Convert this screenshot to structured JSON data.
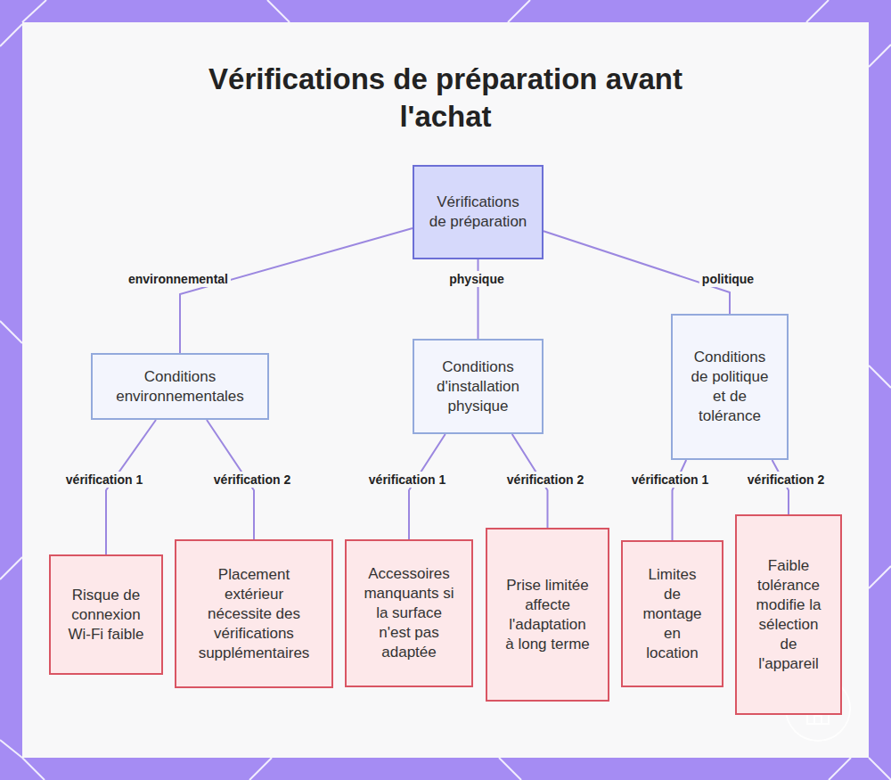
{
  "diagram": {
    "title": "Vérifications de préparation avant l'achat",
    "nodes": [
      {
        "text": [
          "Vérifications de préparation"
        ]
      },
      {
        "text": [
          "Conditions environnementales"
        ]
      },
      {
        "text": [
          "Conditions d'installation physique"
        ]
      },
      {
        "text": [
          "Conditions de politique et de tolérance"
        ]
      },
      {
        "text": [
          "Risque de connexion Wi-Fi faible"
        ]
      },
      {
        "text": [
          "Placement extérieur nécessite des vérifications supplémentaires"
        ]
      },
      {
        "text": [
          "Accessoires manquants si la surface n'est pas adaptée"
        ]
      },
      {
        "text": [
          "Prise limitée affecte l'adaptation à long terme"
        ]
      },
      {
        "text": [
          "Limites de montage en location"
        ]
      },
      {
        "text": [
          "Faible tolérance modifie la sélection de l'appareil"
        ]
      }
    ],
    "edges": [
      {
        "from": 0,
        "to": 1,
        "label": "environnemental",
        "arrow": "none"
      },
      {
        "from": 0,
        "to": 2,
        "label": "physique",
        "arrow": "none"
      },
      {
        "from": 0,
        "to": 3,
        "label": "politique",
        "arrow": "none"
      },
      {
        "from": 1,
        "to": 4,
        "label": "vérification 1",
        "arrow": "none"
      },
      {
        "from": 1,
        "to": 5,
        "label": "vérification 2",
        "arrow": "none"
      },
      {
        "from": 2,
        "to": 6,
        "label": "vérification 1",
        "arrow": "none"
      },
      {
        "from": 2,
        "to": 7,
        "label": "vérification 2",
        "arrow": "none"
      },
      {
        "from": 3,
        "to": 8,
        "label": "vérification 1",
        "arrow": "none"
      },
      {
        "from": 3,
        "to": 9,
        "label": "vérification 2",
        "arrow": "none"
      }
    ]
  }
}
